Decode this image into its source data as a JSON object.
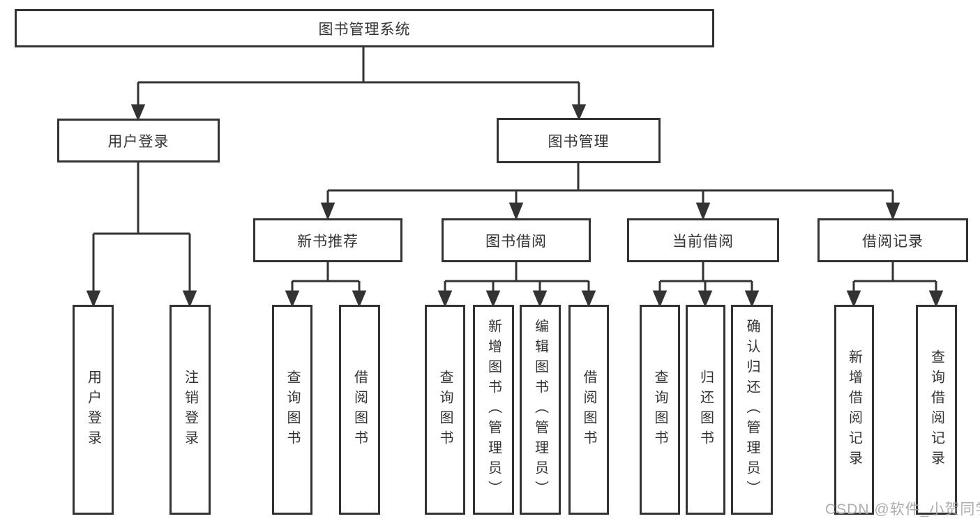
{
  "diagram": {
    "root": {
      "label": "图书管理系统"
    },
    "level2": {
      "user_login": {
        "label": "用户登录"
      },
      "book_mgmt": {
        "label": "图书管理"
      }
    },
    "level3": {
      "new_book": {
        "label": "新书推荐"
      },
      "book_borrow": {
        "label": "图书借阅"
      },
      "current_borrow": {
        "label": "当前借阅"
      },
      "borrow_record": {
        "label": "借阅记录"
      }
    },
    "leaves": {
      "user_login_children": [
        "用户登录",
        "注销登录"
      ],
      "new_book_children": [
        "查询图书",
        "借阅图书"
      ],
      "book_borrow_children": [
        "查询图书",
        "新增图书（管理员）",
        "编辑图书（管理员）",
        "借阅图书"
      ],
      "current_borrow_children": [
        "查询图书",
        "归还图书",
        "确认归还（管理员）"
      ],
      "borrow_record_children": [
        "新增借阅记录",
        "查询借阅记录"
      ]
    }
  },
  "watermark": {
    "label": "CSDN @软件_小贺同学"
  },
  "colors": {
    "line": "#333333",
    "text": "#333333",
    "box_background": "#ffffff",
    "watermark": "#a5a5a5",
    "background": "#ffffff"
  }
}
